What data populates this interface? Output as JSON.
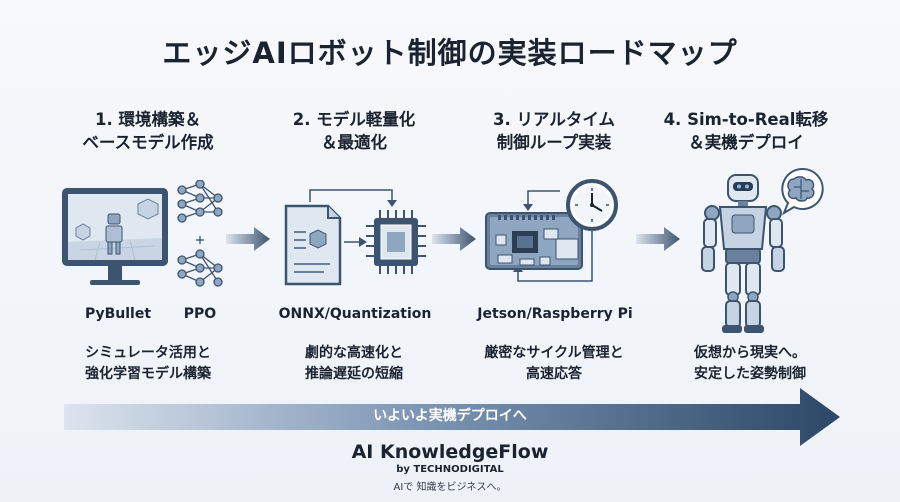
{
  "title": "エッジAIロボット制御の実装ロードマップ",
  "steps": [
    {
      "title_line1": "1. 環境構築＆",
      "title_line2": "ベースモデル作成",
      "tech_a": "PyBullet",
      "tech_b": "PPO",
      "desc_line1": "シミュレータ活用と",
      "desc_line2": "強化学習モデル構築",
      "icons": [
        "monitor-with-robot-icon",
        "neural-network-icon"
      ]
    },
    {
      "title_line1": "2. モデル軽量化",
      "title_line2": "＆最適化",
      "tech_a": "ONNX/Quantization",
      "desc_line1": "劇的な高速化と",
      "desc_line2": "推論遅延の短縮",
      "icons": [
        "model-file-icon",
        "chip-icon"
      ]
    },
    {
      "title_line1": "3. リアルタイム",
      "title_line2": "制御ループ実装",
      "tech_a": "Jetson/Raspberry Pi",
      "desc_line1": "厳密なサイクル管理と",
      "desc_line2": "高速応答",
      "icons": [
        "board-icon",
        "clock-icon"
      ]
    },
    {
      "title_line1": "4. Sim-to-Real転移",
      "title_line2": "＆実機デプロイ",
      "desc_line1": "仮想から現実へ。",
      "desc_line2": "安定した姿勢制御",
      "icons": [
        "humanoid-robot-icon",
        "brain-icon"
      ]
    }
  ],
  "banner": "いよいよ実機デプロイへ",
  "brand": {
    "name": "AI KnowledgeFlow",
    "by": "by TECHNODIGITAL",
    "tagline": "AIで 知識をビジネスへ。"
  },
  "colors": {
    "dark": "#3d5470",
    "mid": "#8fa6c1",
    "light": "#dce4ee",
    "banner_end": "#2c4767"
  }
}
